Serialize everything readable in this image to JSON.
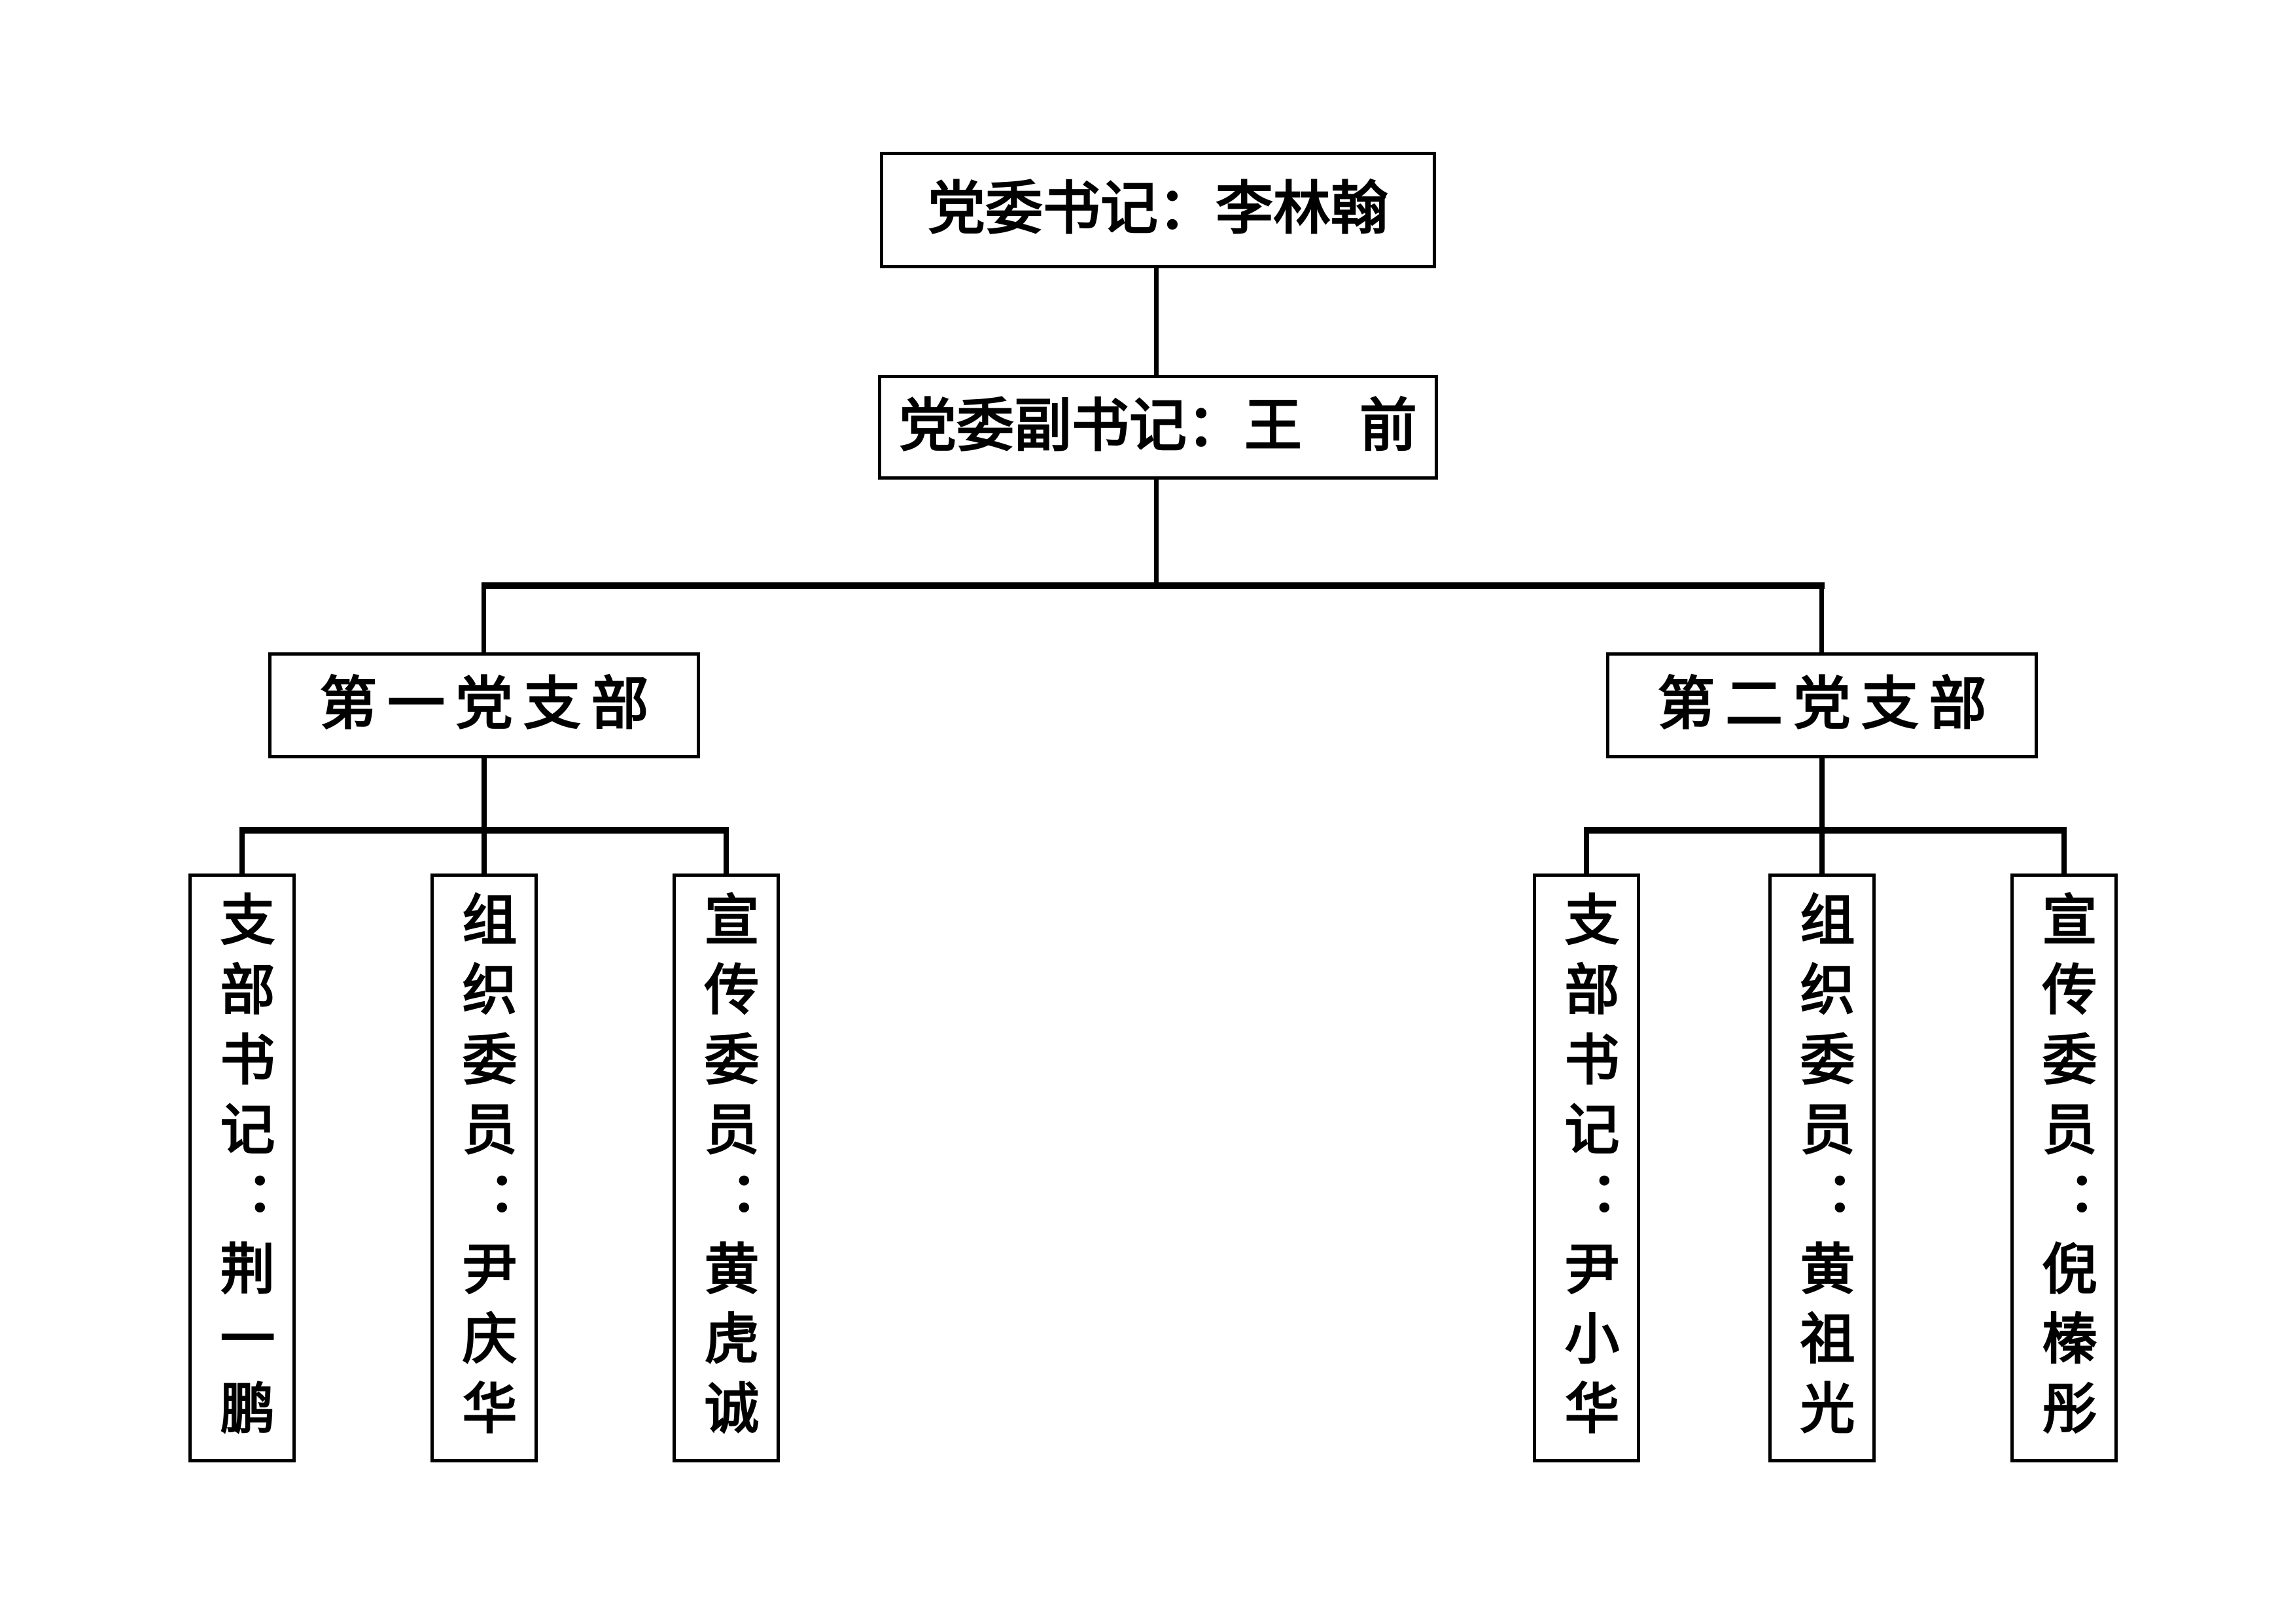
{
  "page": {
    "background_color": "#ffffff",
    "line_color": "#000000",
    "text_color": "#000000"
  },
  "org": {
    "secretary_label": "党委书记：李林翰",
    "deputy_label": "党委副书记：王　前",
    "branch1": {
      "label": "第一党支部",
      "members": [
        "支部书记：荆一鹏",
        "组织委员：尹庆华",
        "宣传委员：黄虎诚"
      ]
    },
    "branch2": {
      "label": "第二党支部",
      "members": [
        "支部书记：尹小华",
        "组织委员：黄祖光",
        "宣传委员：倪榛彤"
      ]
    }
  }
}
